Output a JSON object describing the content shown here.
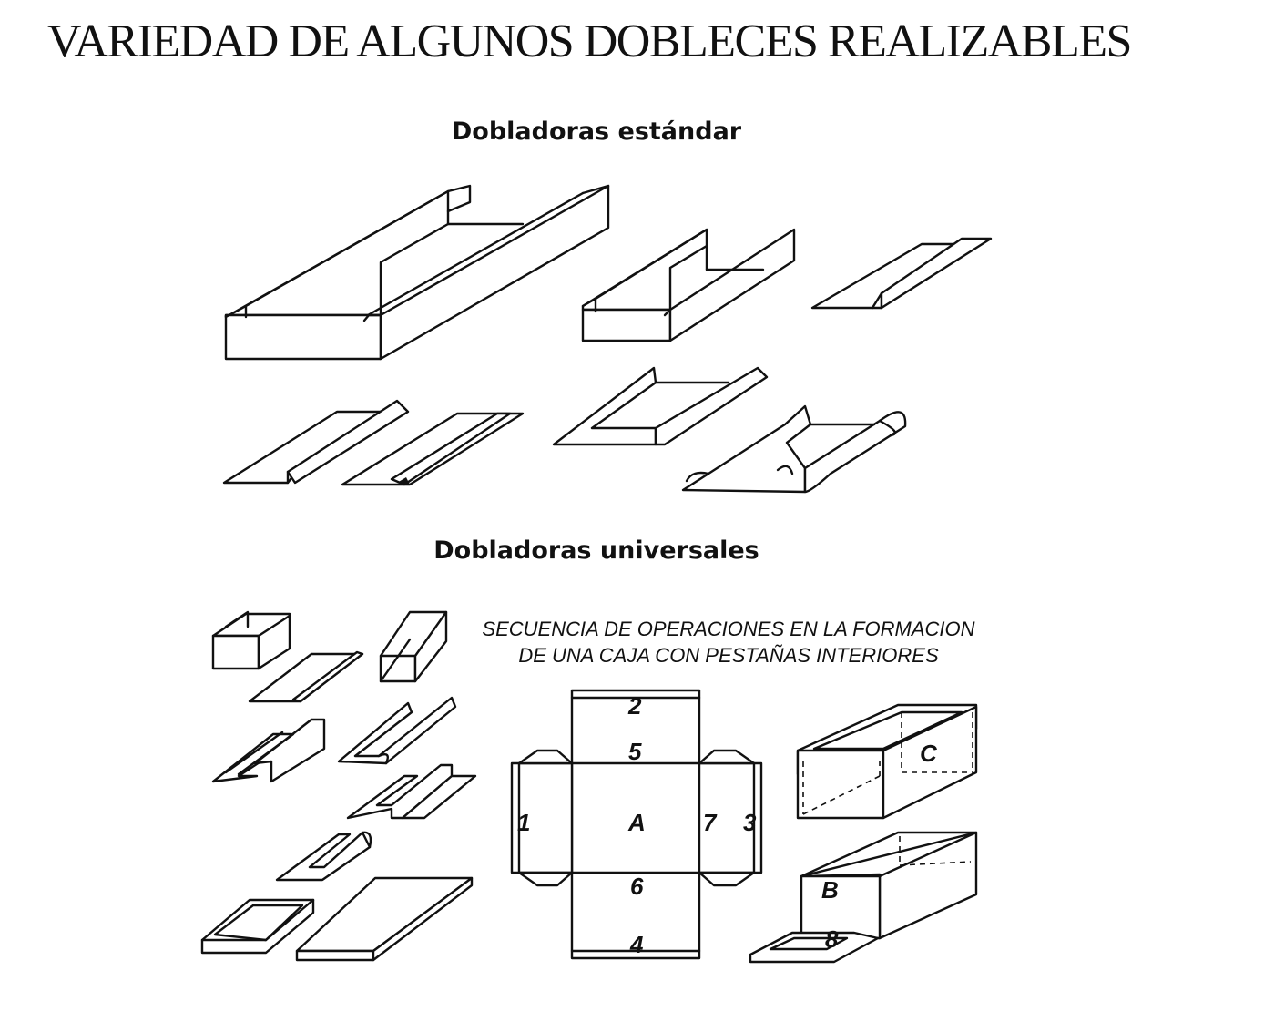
{
  "page_title": "VARIEDAD DE ALGUNOS DOBLECES REALIZABLES",
  "sections": {
    "standard": "Dobladoras estándar",
    "universal": "Dobladoras universales"
  },
  "sequence_caption": {
    "line1": "SECUENCIA DE OPERACIONES EN LA FORMACION",
    "line2": "DE UNA CAJA CON PESTAÑAS INTERIORES"
  },
  "box_labels": {
    "n1": "1",
    "n2": "2",
    "n3": "3",
    "n4": "4",
    "n5": "5",
    "n6": "6",
    "n7": "7",
    "n8": "8",
    "a": "A",
    "b": "B",
    "c": "C"
  }
}
